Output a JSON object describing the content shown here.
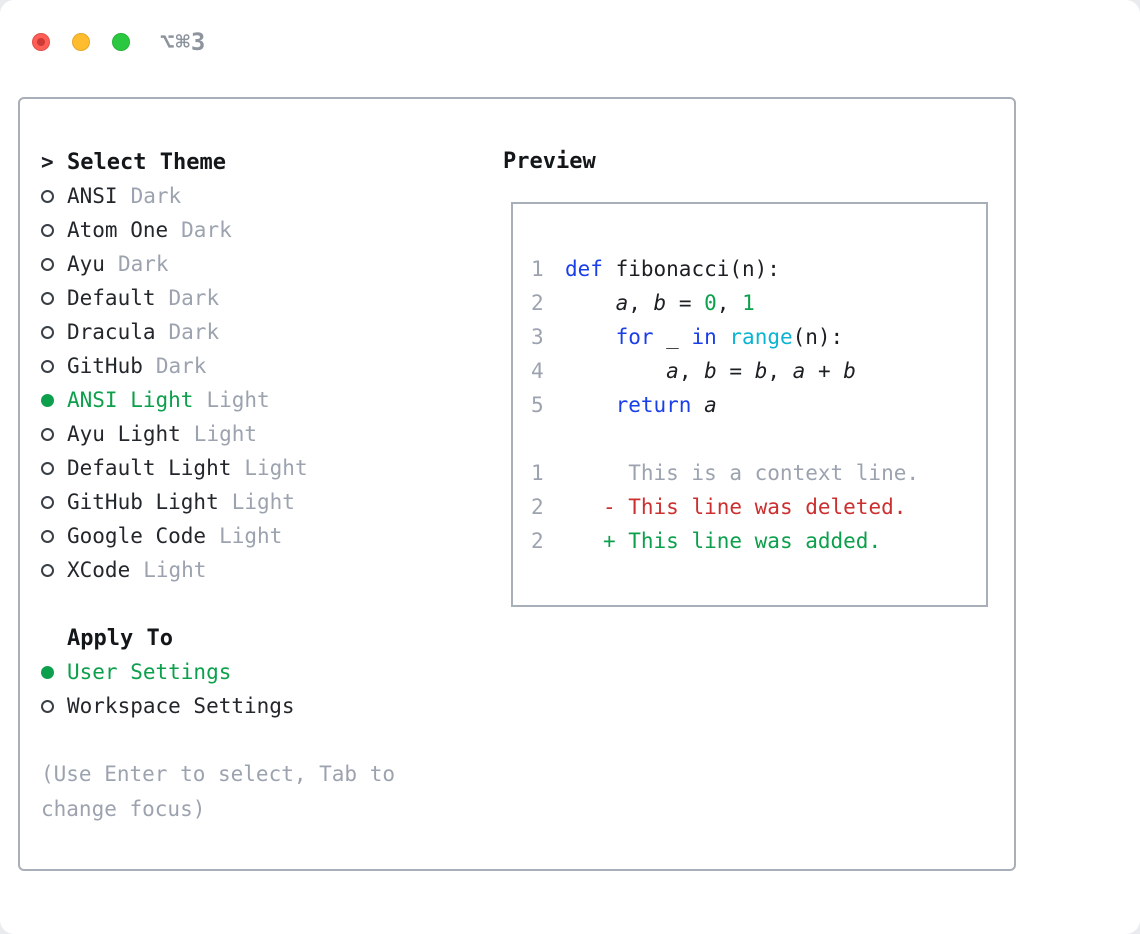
{
  "window": {
    "shortcut": "⌥⌘3"
  },
  "colors": {
    "accent_green": "#0da04c",
    "keyword_blue": "#1a3ee8",
    "builtin_cyan": "#0cb4d4",
    "number_green": "#0da04c",
    "deleted_red": "#cc2f2f",
    "added_green": "#0da04c",
    "muted_gray": "#9ca3af",
    "text_dark": "#1c1f23",
    "border_gray": "#a9afb8",
    "traffic_red": "#ff5d55",
    "traffic_yellow": "#febc2e",
    "traffic_green": "#2ac840"
  },
  "theme_selector": {
    "prompt": ">",
    "title": "Select Theme",
    "items": [
      {
        "label": "ANSI",
        "variant": "Dark",
        "selected": false
      },
      {
        "label": "Atom One",
        "variant": "Dark",
        "selected": false
      },
      {
        "label": "Ayu",
        "variant": "Dark",
        "selected": false
      },
      {
        "label": "Default",
        "variant": "Dark",
        "selected": false
      },
      {
        "label": "Dracula",
        "variant": "Dark",
        "selected": false
      },
      {
        "label": "GitHub",
        "variant": "Dark",
        "selected": false
      },
      {
        "label": "ANSI Light",
        "variant": "Light",
        "selected": true
      },
      {
        "label": "Ayu Light",
        "variant": "Light",
        "selected": false
      },
      {
        "label": "Default Light",
        "variant": "Light",
        "selected": false
      },
      {
        "label": "GitHub Light",
        "variant": "Light",
        "selected": false
      },
      {
        "label": "Google Code",
        "variant": "Light",
        "selected": false
      },
      {
        "label": "XCode",
        "variant": "Light",
        "selected": false
      }
    ],
    "apply_to": {
      "title": "Apply To",
      "options": [
        {
          "label": "User Settings",
          "selected": true
        },
        {
          "label": "Workspace Settings",
          "selected": false
        }
      ]
    },
    "hint": "(Use Enter to select, Tab to change focus)"
  },
  "preview": {
    "title": "Preview",
    "code": [
      {
        "num": "1",
        "tokens": [
          {
            "t": "def",
            "c": "kw"
          },
          {
            "t": " fibonacci(n):"
          }
        ]
      },
      {
        "num": "2",
        "tokens": [
          {
            "t": "    "
          },
          {
            "t": "a",
            "c": "var"
          },
          {
            "t": ", "
          },
          {
            "t": "b",
            "c": "var"
          },
          {
            "t": " = "
          },
          {
            "t": "0",
            "c": "num"
          },
          {
            "t": ", "
          },
          {
            "t": "1",
            "c": "num"
          }
        ]
      },
      {
        "num": "3",
        "tokens": [
          {
            "t": "    "
          },
          {
            "t": "for",
            "c": "kw"
          },
          {
            "t": " _ "
          },
          {
            "t": "in",
            "c": "kw"
          },
          {
            "t": " "
          },
          {
            "t": "range",
            "c": "builtin"
          },
          {
            "t": "(n):"
          }
        ]
      },
      {
        "num": "4",
        "tokens": [
          {
            "t": "        "
          },
          {
            "t": "a",
            "c": "var"
          },
          {
            "t": ", "
          },
          {
            "t": "b",
            "c": "var"
          },
          {
            "t": " = "
          },
          {
            "t": "b",
            "c": "var"
          },
          {
            "t": ", "
          },
          {
            "t": "a",
            "c": "var"
          },
          {
            "t": " + "
          },
          {
            "t": "b",
            "c": "var"
          }
        ]
      },
      {
        "num": "5",
        "tokens": [
          {
            "t": "    "
          },
          {
            "t": "return",
            "c": "kw"
          },
          {
            "t": " "
          },
          {
            "t": "a",
            "c": "var"
          }
        ]
      }
    ],
    "diff": [
      {
        "num": "1",
        "tokens": [
          {
            "t": "     This is a context line.",
            "c": "ctx"
          }
        ]
      },
      {
        "num": "2",
        "tokens": [
          {
            "t": "   "
          },
          {
            "t": "- This line was deleted.",
            "c": "del"
          }
        ]
      },
      {
        "num": "2",
        "tokens": [
          {
            "t": "   "
          },
          {
            "t": "+ This line was added.",
            "c": "add"
          }
        ]
      }
    ]
  }
}
